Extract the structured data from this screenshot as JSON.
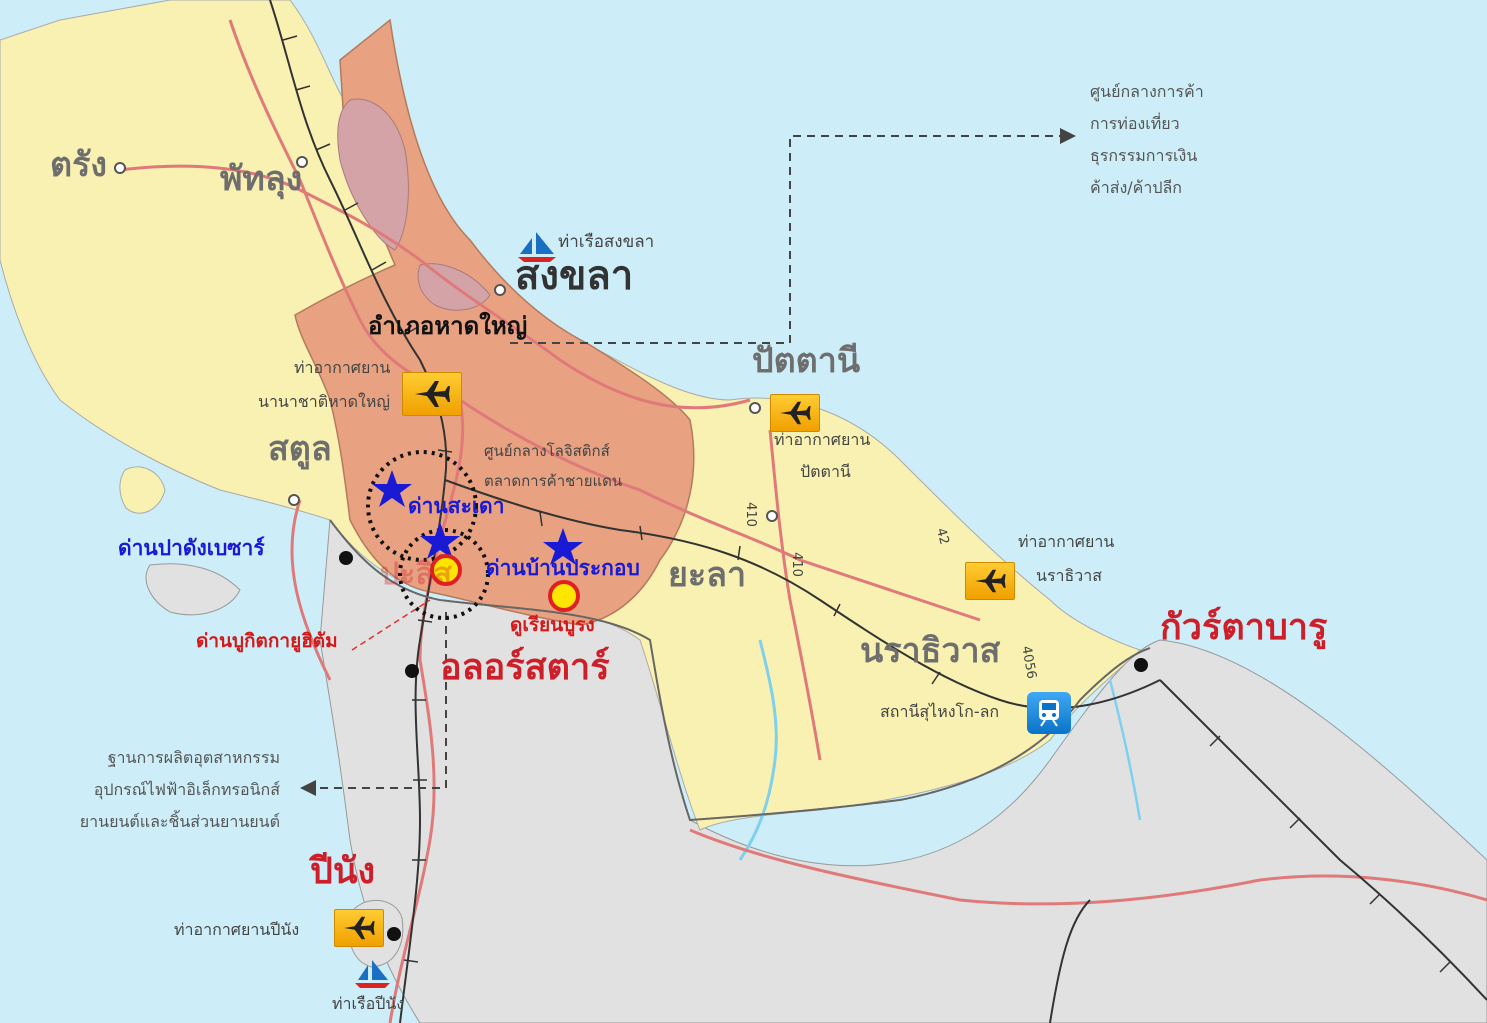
{
  "provinces": {
    "trang": "ตรัง",
    "phatthalung": "พัทลุง",
    "songkhla": "สงขลา",
    "satun": "สตูล",
    "pattani": "ปัตตานี",
    "yala": "ยะลา",
    "narathiwat": "นราธิวาส",
    "perlis": "ปะลิส",
    "kedah": "อลอร์สตาร์",
    "kota_bharu": "กัวร์ตาบารู",
    "penang": "ปีนัง"
  },
  "district": "อำเภอหาดใหญ่",
  "places": {
    "songkhla_port": "ท่าเรือสงขลา",
    "hatyai_airport_1": "ท่าอากาศยาน",
    "hatyai_airport_2": "นานาชาติหาดใหญ่",
    "pattani_airport_1": "ท่าอากาศยาน",
    "pattani_airport_2": "ปัตตานี",
    "narathiwat_airport_1": "ท่าอากาศยาน",
    "narathiwat_airport_2": "นราธิวาส",
    "sungai_kolok_station": "สถานีสุไหงโก-ลก",
    "penang_airport": "ท่าอากาศยานปีนัง",
    "penang_port": "ท่าเรือปีนัง",
    "logistics_1": "ศูนย์กลางโลจิสติกส์",
    "logistics_2": "ตลาดการค้าชายแดน"
  },
  "checkpoints": {
    "sadao": "ด่านสะเดา",
    "padang_besar": "ด่านปาดังเบซาร์",
    "ban_prakop": "ด่านบ้านประกอบ",
    "bukit_kayu_hitam": "ด่านบูกิตกายูฮิตัม",
    "durian_burung": "ดูเรียนบูรง"
  },
  "hatyai_roles": [
    "ศูนย์กลางการค้า",
    "การท่องเที่ยว",
    "ธุรกรรมการเงิน",
    "ค้าส่ง/ค้าปลีก"
  ],
  "kedah_roles": [
    "ฐานการผลิตอุตสาหกรรม",
    "อุปกรณ์ไฟฟ้าอิเล็กทรอนิกส์",
    "ยานยนต์และชิ้นส่วนยานยนต์"
  ],
  "route_numbers": {
    "r410a": "410",
    "r410b": "410",
    "r42": "42",
    "r4056": "4056"
  },
  "colors": {
    "sea": "#cdeef8",
    "thai_land": "#f8f1b2",
    "malaysia_land": "#e1e1e1",
    "songkhla_fill": "#e8a282",
    "lagoon": "#d4a3a8",
    "road": "#e07a7a",
    "railway": "#333333",
    "border": "#666666"
  },
  "icons": [
    "airport-icon",
    "port-icon",
    "train-station-icon",
    "checkpoint-star-icon",
    "checkpoint-circle-icon"
  ]
}
